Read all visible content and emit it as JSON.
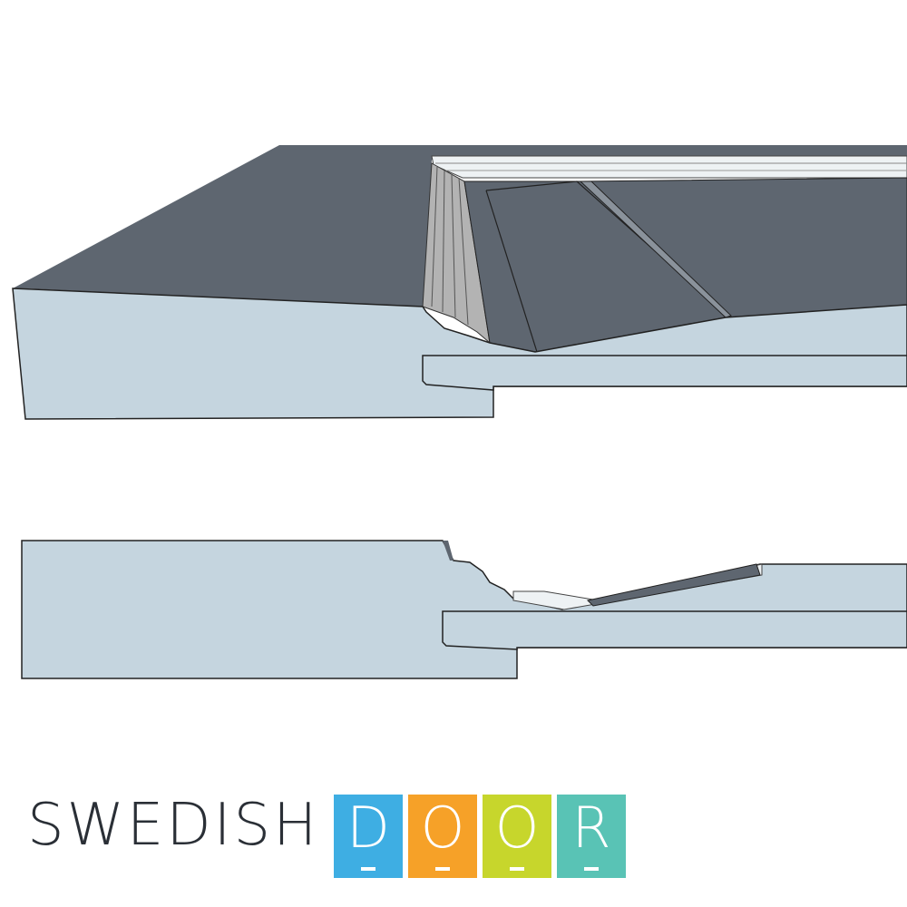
{
  "logo": {
    "word": "SWEDISH",
    "tiles": [
      {
        "letter": "D",
        "color": "#3eaee3"
      },
      {
        "letter": "O",
        "color": "#f6a128"
      },
      {
        "letter": "O",
        "color": "#c7d62c"
      },
      {
        "letter": "R",
        "color": "#59c3b5"
      }
    ]
  },
  "colors": {
    "profile_face": "#c5d5df",
    "top_surface": "#5e6670",
    "bevel_light": "#d9d9d9",
    "bevel_mid": "#b3b3b3",
    "outline": "#222222"
  }
}
